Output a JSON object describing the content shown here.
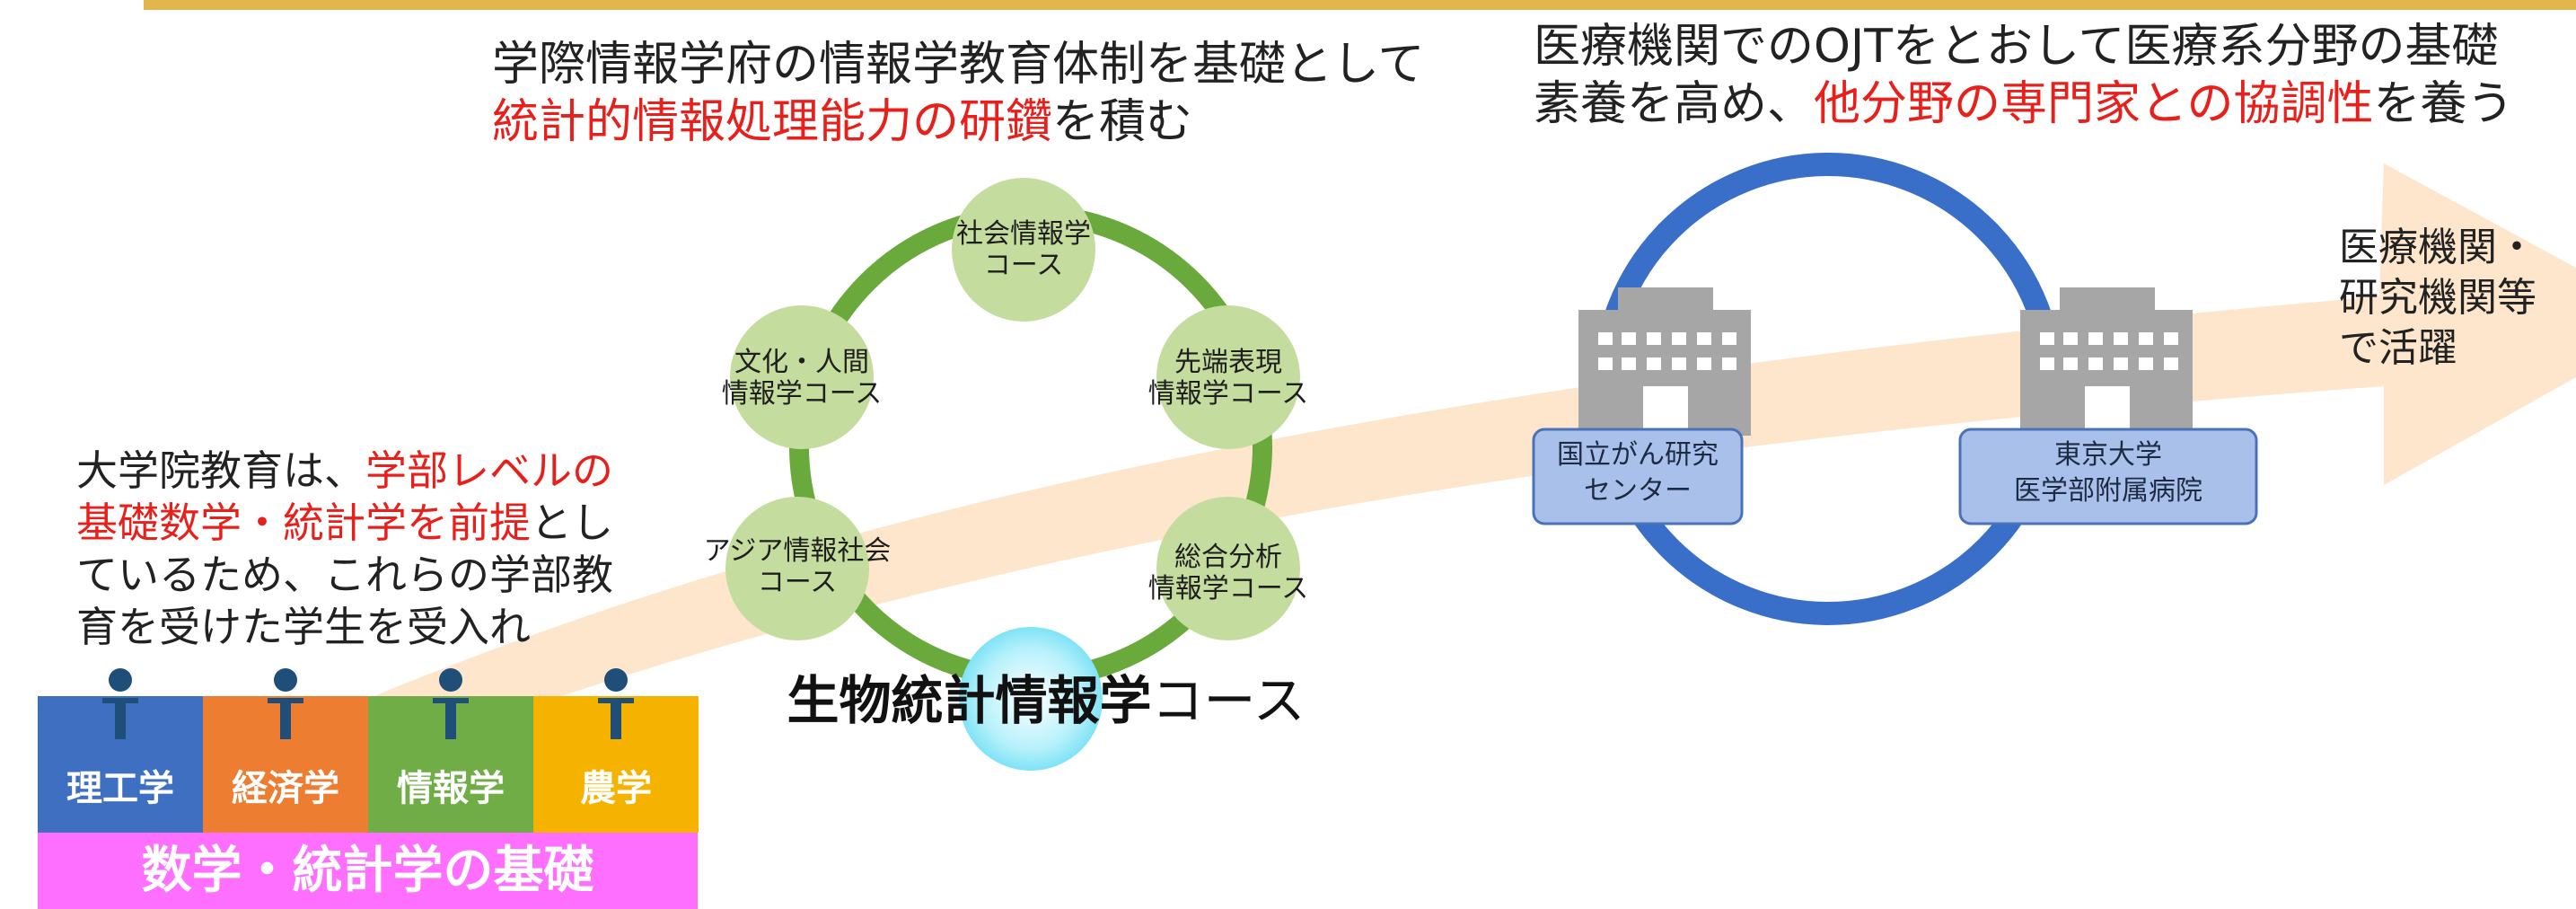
{
  "colors": {
    "accent_red": "#e8201c",
    "ring_green": "#6aaa3c",
    "course_circle": "#c5dc9f",
    "cycle_blue": "#3a6fc9",
    "arrow_peach": "#fde3c6",
    "base_magenta": "#ff6fff",
    "building_gray": "#a6a6a6"
  },
  "heading_center": {
    "line1": "学際情報学府の情報学教育体制を基礎として",
    "line2_red": "統計的情報処理能力の研鑽",
    "line2_rest": "を積む"
  },
  "heading_right": {
    "line1": "医療機関でのOJTをとおして医療系分野の基礎",
    "line2_start": "素養を高め、",
    "line2_red": "他分野の専門家との協調性",
    "line2_end": "を養う"
  },
  "left_text": {
    "line1_start": "大学院教育は、",
    "line1_red": "学部レベルの",
    "line2_red": "基礎数学・統計学を前提",
    "line2_end": "とし",
    "line3": "ているため、これらの学部教",
    "line4": "育を受けた学生を受入れ"
  },
  "courses": {
    "social": [
      "社会情報学",
      "コース"
    ],
    "advanced": [
      "先端表現",
      "情報学コース"
    ],
    "analysis": [
      "総合分析",
      "情報学コース"
    ],
    "asia": [
      "アジア情報社会",
      "コース"
    ],
    "culture": [
      "文化・人間",
      "情報学コース"
    ]
  },
  "center_course": {
    "bold": "生物統計情報学",
    "light": "コース"
  },
  "institutions": {
    "ncc": [
      "国立がん研究",
      "センター"
    ],
    "utokyo": [
      "東京大学",
      "医学部附属病院"
    ]
  },
  "destination": {
    "line1": "医療機関・",
    "line2": "研究機関等",
    "line3": "で活躍"
  },
  "disciplines": [
    {
      "label": "理工学",
      "color": "#3f6fc1"
    },
    {
      "label": "経済学",
      "color": "#ed7d31"
    },
    {
      "label": "情報学",
      "color": "#70ad47"
    },
    {
      "label": "農学",
      "color": "#f5b300"
    }
  ],
  "base_label": "数学・統計学の基礎"
}
